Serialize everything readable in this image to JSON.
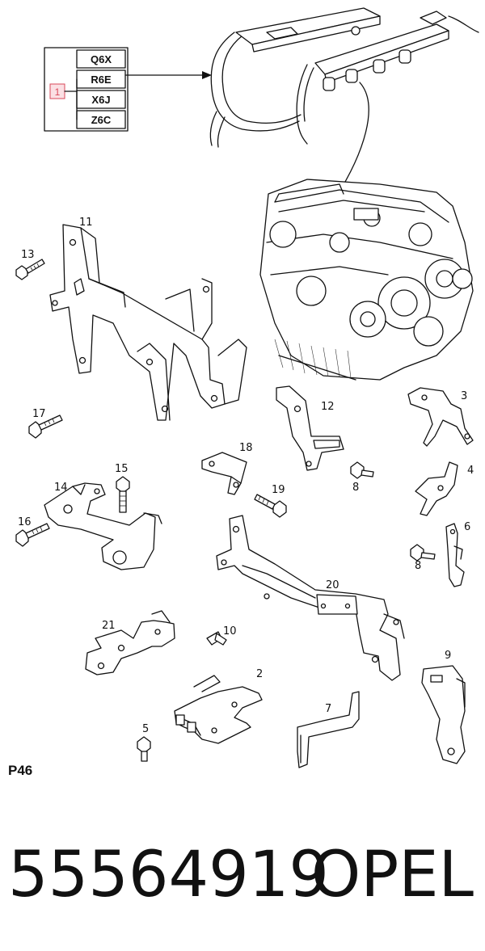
{
  "options": {
    "ref_number": "1",
    "codes": [
      "Q6X",
      "R6E",
      "X6J",
      "Z6C"
    ]
  },
  "callouts": {
    "c2": "2",
    "c3": "3",
    "c4": "4",
    "c5": "5",
    "c6": "6",
    "c7": "7",
    "c8a": "8",
    "c8b": "8",
    "c9": "9",
    "c10": "10",
    "c11": "11",
    "c12": "12",
    "c13": "13",
    "c14": "14",
    "c15": "15",
    "c16": "16",
    "c17": "17",
    "c18": "18",
    "c19": "19",
    "c20": "20",
    "c21": "21"
  },
  "page_label": "P46",
  "footer": {
    "part_number": "55564919",
    "brand": "OPEL"
  }
}
